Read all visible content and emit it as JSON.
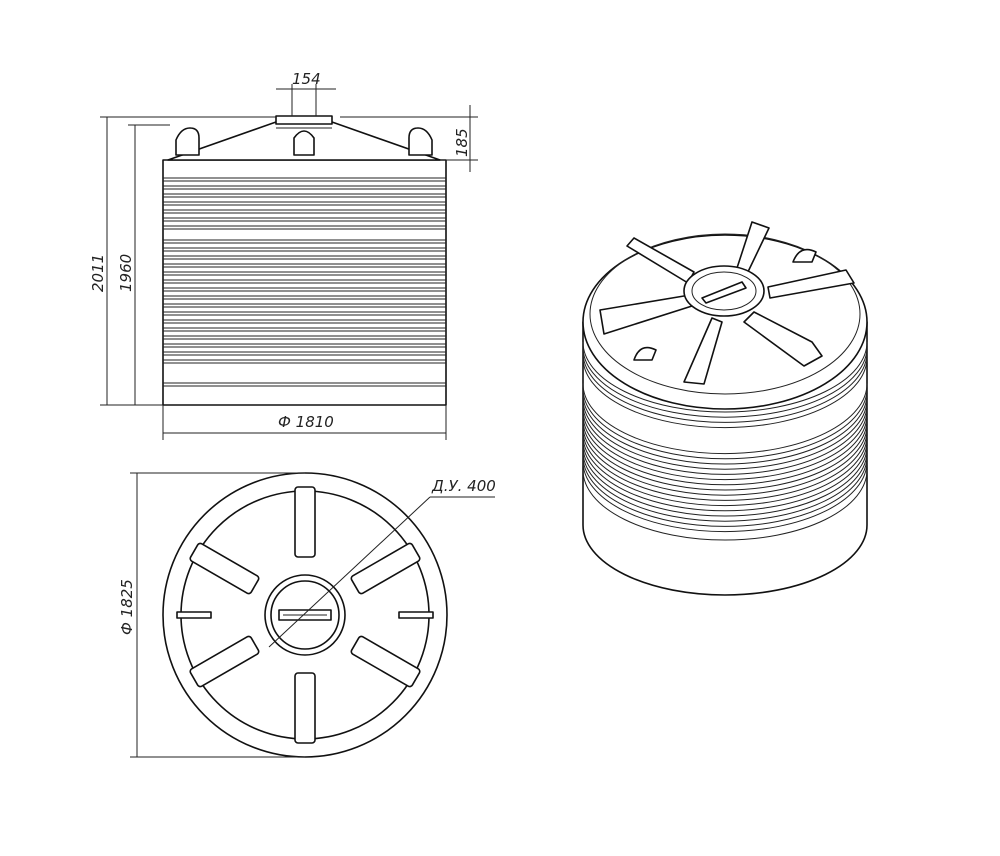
{
  "drawing": {
    "stroke_color": "#111111",
    "background": "#ffffff",
    "dimensions": {
      "neck_width": "154",
      "lid_height": "185",
      "total_height": "2011",
      "body_height": "1960",
      "diameter_body": "Ф 1810",
      "diameter_top": "Ф 1825",
      "hatch_label": "Д.У. 400"
    }
  }
}
